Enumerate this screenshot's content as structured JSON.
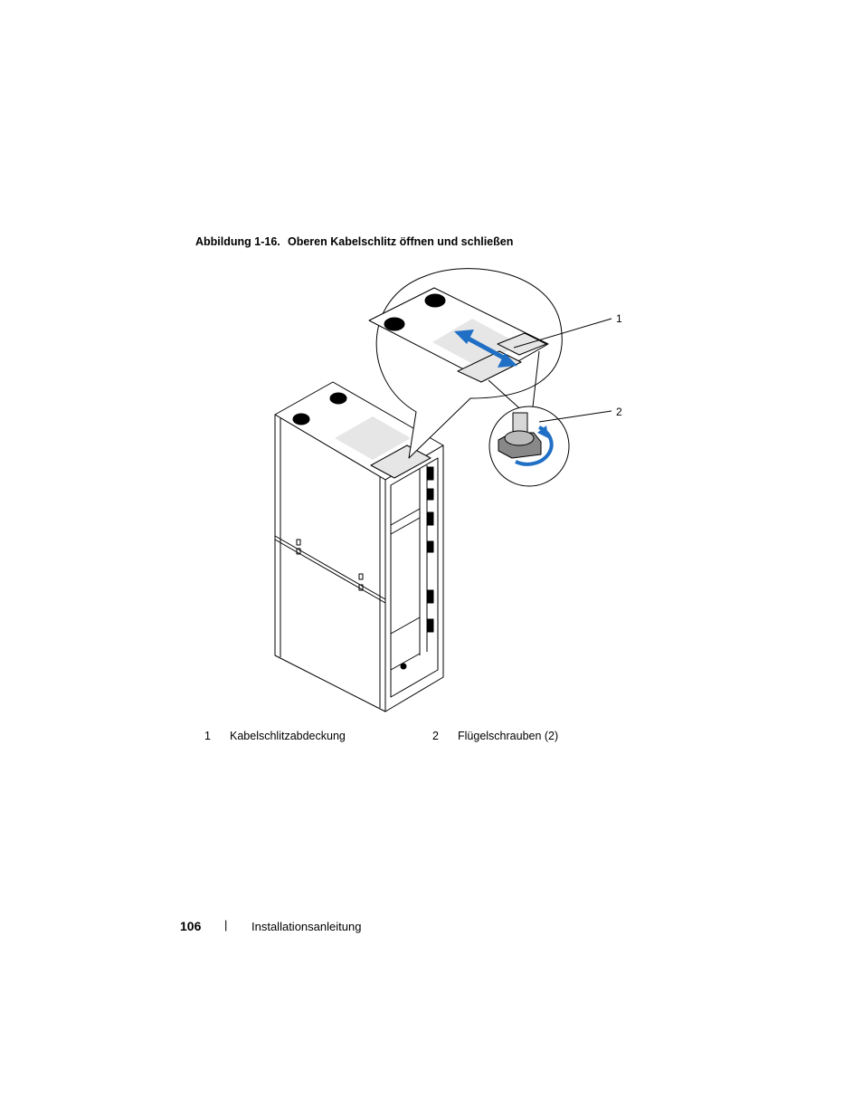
{
  "caption": {
    "figure_label": "Abbildung 1-16.",
    "title": "Oberen Kabelschlitz öffnen und schließen"
  },
  "callouts": [
    "1",
    "2"
  ],
  "legend": [
    {
      "number": "1",
      "text": "Kabelschlitzabdeckung"
    },
    {
      "number": "2",
      "text": "Flügelschrauben (2)"
    }
  ],
  "footer": {
    "page_number": "106",
    "separator": "|",
    "document_name": "Installationsanleitung"
  },
  "colors": {
    "arrow": "#1f6fc5",
    "line": "#000000",
    "shade": "#e6e6e6"
  }
}
